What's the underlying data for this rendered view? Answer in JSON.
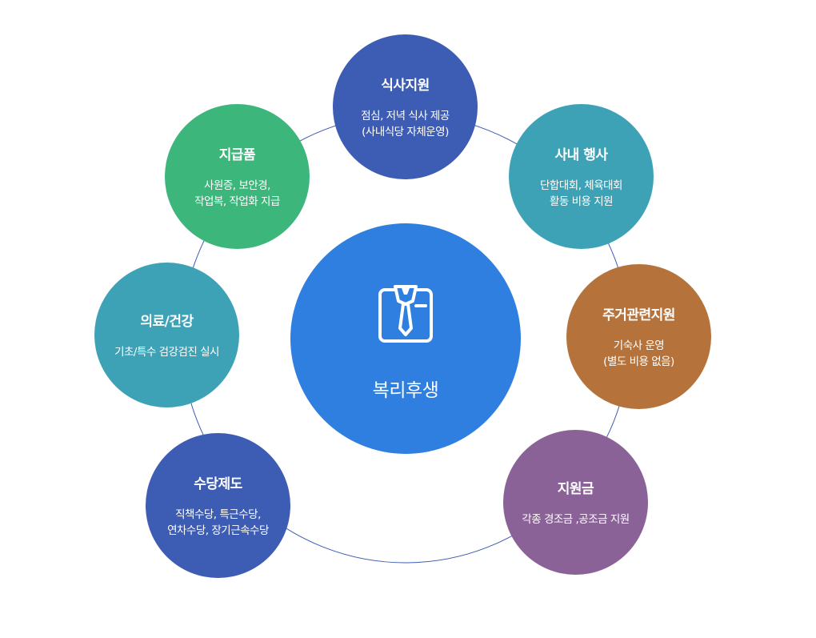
{
  "center": {
    "label": "복리후생",
    "icon": "shirt-tie-icon",
    "color": "#2f7fe0"
  },
  "nodes": [
    {
      "id": "meal",
      "title": "식사지원",
      "desc": "점심, 저녁 식사 제공\n(사내식당 자체운영)",
      "color": "#3d5cb3"
    },
    {
      "id": "event",
      "title": "사내 행사",
      "desc": "단합대회, 체육대회\n활동 비용 지원",
      "color": "#3ea2b6"
    },
    {
      "id": "housing",
      "title": "주거관련지원",
      "desc": "기숙사 운영\n(별도 비용 없음)",
      "color": "#b5723a"
    },
    {
      "id": "subsidy",
      "title": "지원금",
      "desc": "각종 경조금 ,공조금 지원",
      "color": "#8a6298"
    },
    {
      "id": "allowance",
      "title": "수당제도",
      "desc": "직책수당, 특근수당,\n연차수당, 장기근속수당",
      "color": "#3d5cb3"
    },
    {
      "id": "medical",
      "title": "의료/건강",
      "desc": "기초/특수 검강검진 실시",
      "color": "#3ea2b6"
    },
    {
      "id": "supplies",
      "title": "지급품",
      "desc": "사원증, 보안경,\n작업복, 작업화 지급",
      "color": "#3db67c"
    }
  ],
  "ring_color": "#3d5cb3"
}
